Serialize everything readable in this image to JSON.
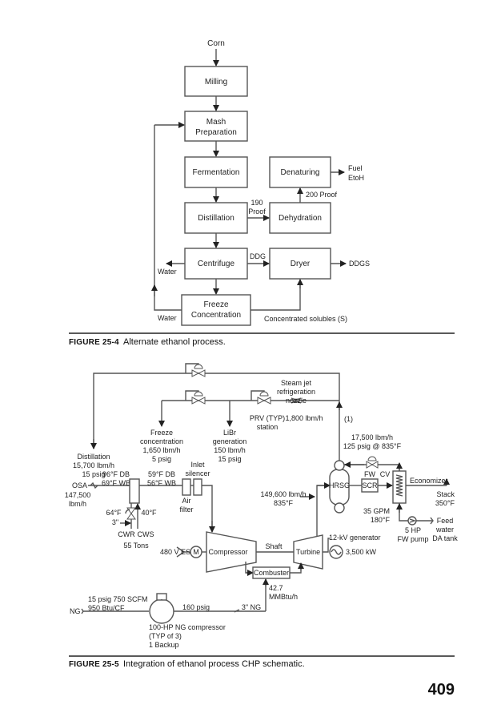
{
  "figure1": {
    "caption_label": "FIGURE 25-4",
    "caption_text": "Alternate ethanol process.",
    "input_label": "Corn",
    "boxes": {
      "milling": [
        "Milling"
      ],
      "mash": [
        "Mash",
        "Preparation"
      ],
      "fermentation": [
        "Fermentation"
      ],
      "distillation": [
        "Distillation"
      ],
      "centrifuge": [
        "Centrifuge"
      ],
      "freeze": [
        "Freeze",
        "Concentration"
      ],
      "denaturing": [
        "Denaturing"
      ],
      "dehydration": [
        "Dehydration"
      ],
      "dryer": [
        "Dryer"
      ]
    },
    "labels": {
      "fuel": "Fuel",
      "etoh": "EtoH",
      "proof200": "200 Proof",
      "proof190_1": "190",
      "proof190_2": "Proof",
      "ddg": "DDG",
      "ddgs": "DDGS",
      "water_centrifuge": "Water",
      "water_freeze": "Water",
      "solubles": "Concentrated solubles (S)"
    }
  },
  "figure2": {
    "caption_label": "FIGURE 25-5",
    "caption_text": "Integration of ethanol process CHP schematic.",
    "steam": {
      "jet_1": "Steam jet",
      "jet_2": "refrigeration",
      "jet_3": "nozzle",
      "jet_flow": "1,800 lbm/h",
      "prv_1": "PRV (TYP)",
      "prv_2": "station",
      "note": "(1)",
      "main_flow": "17,500 lbm/h",
      "main_cond": "125 psig @ 835°F"
    },
    "users": {
      "distillation": [
        "Distillation",
        "15,700 lbm/h",
        "15 psig"
      ],
      "freeze": [
        "Freeze",
        "concentration",
        "1,650 lbm/h",
        "5 psig"
      ],
      "libr": [
        "LiBr",
        "generation",
        "150 lbm/h",
        "15 psig"
      ]
    },
    "inlet": {
      "osa": "OSA",
      "osa_flow_1": "147,500",
      "osa_flow_2": "lbm/h",
      "db1": "96°F DB",
      "wb1": "69°F WB",
      "db2": "59°F DB",
      "wb2": "56°F WB",
      "silencer_1": "Inlet",
      "silencer_2": "silencer",
      "filter_1": "Air",
      "filter_2": "filter",
      "t64": "64°F",
      "pipe3": "3\"",
      "t40": "40°F",
      "cwr": "CWR",
      "cws": "CWS",
      "tons": "55 Tons"
    },
    "turbine": {
      "compressor": "Compressor",
      "turbine": "Turbine",
      "shaft": "Shaft",
      "combuster": "Combuster",
      "motor": "M",
      "es": "480 V ES",
      "generator": "12-kV generator",
      "power": "3,500 kW",
      "exhaust_flow": "149,600 lbm/h",
      "exhaust_temp": "835°F",
      "fuel_1": "42.7",
      "fuel_2": "MMBtu/h"
    },
    "hrsg": {
      "hrsg": "HRSG",
      "scr": "SCR",
      "fw": "FW",
      "cv": "CV",
      "economizer": "Economizer",
      "stack_1": "Stack",
      "stack_2": "350°F",
      "gpm": "35 GPM",
      "gpm_temp": "180°F",
      "pump_1": "5 HP",
      "pump_2": "FW pump",
      "feed_1": "Feed",
      "feed_2": "water",
      "feed_3": "DA tank"
    },
    "gas": {
      "ng": "NG",
      "supply_1": "15 psig 750 SCFM",
      "supply_2": "950 Btu/CF",
      "discharge": "160 psig",
      "pipe": "3\" NG",
      "comp_1": "100-HP NG compressor",
      "comp_2": "(TYP of 3)",
      "comp_3": "1 Backup"
    }
  },
  "page_number": "409"
}
